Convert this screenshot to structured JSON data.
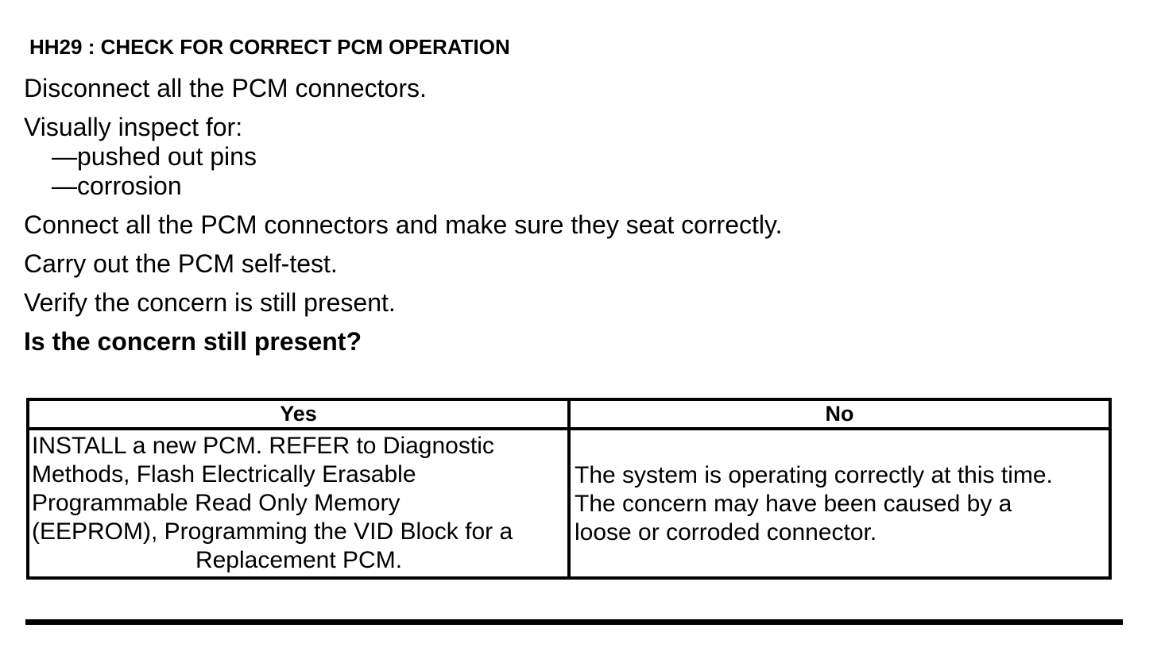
{
  "title": "HH29 : CHECK FOR CORRECT PCM OPERATION",
  "procedure": {
    "step1": "Disconnect all the PCM connectors.",
    "step2": "Visually inspect for:",
    "step2_items": [
      "—pushed out pins",
      "—corrosion"
    ],
    "step3": "Connect all the PCM connectors and make sure they seat correctly.",
    "step4": "Carry out the PCM self-test.",
    "step5": "Verify the concern is still present.",
    "question": "Is the concern still present?"
  },
  "result_table": {
    "yes_header": "Yes",
    "no_header": "No",
    "yes_lines": [
      "INSTALL a new PCM. REFER to Diagnostic",
      "Methods, Flash Electrically Erasable",
      "Programmable Read Only Memory",
      "(EEPROM), Programming the VID Block for a",
      "Replacement PCM."
    ],
    "no_lines": [
      "The system is operating correctly at this time.",
      "The concern may have been caused by a",
      "loose or corroded connector."
    ]
  },
  "colors": {
    "ink": "#000000",
    "paper": "#ffffff"
  }
}
